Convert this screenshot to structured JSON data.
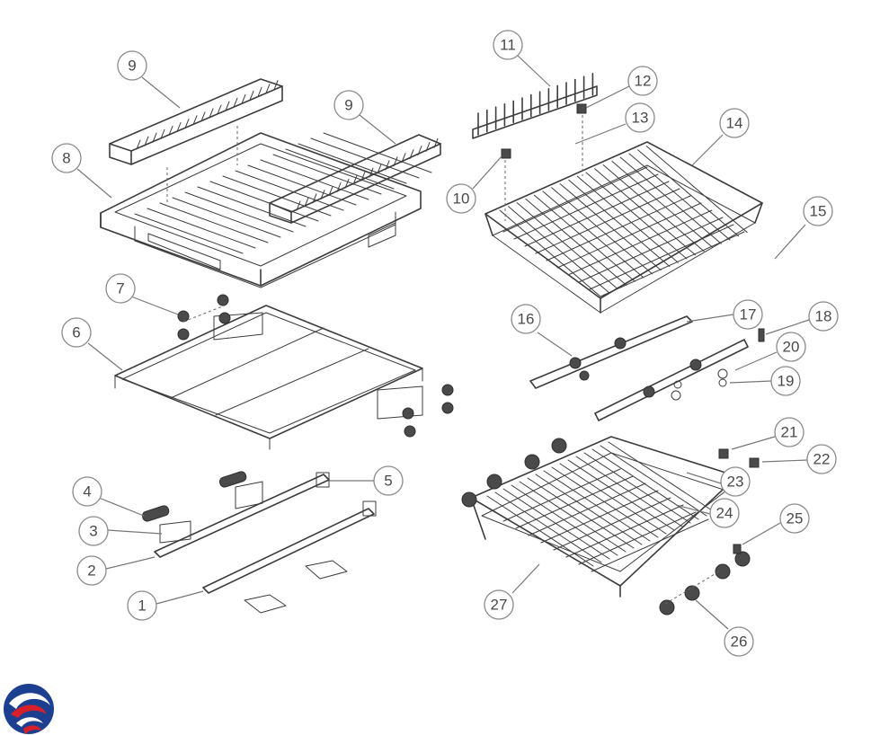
{
  "callouts": [
    {
      "id": "c1",
      "label": "1"
    },
    {
      "id": "c2",
      "label": "2"
    },
    {
      "id": "c3",
      "label": "3"
    },
    {
      "id": "c4",
      "label": "4"
    },
    {
      "id": "c5",
      "label": "5"
    },
    {
      "id": "c6",
      "label": "6"
    },
    {
      "id": "c7",
      "label": "7"
    },
    {
      "id": "c8",
      "label": "8"
    },
    {
      "id": "c9a",
      "label": "9"
    },
    {
      "id": "c9b",
      "label": "9"
    },
    {
      "id": "c10",
      "label": "10"
    },
    {
      "id": "c11",
      "label": "11"
    },
    {
      "id": "c12",
      "label": "12"
    },
    {
      "id": "c13",
      "label": "13"
    },
    {
      "id": "c14",
      "label": "14"
    },
    {
      "id": "c15",
      "label": "15"
    },
    {
      "id": "c16",
      "label": "16"
    },
    {
      "id": "c17",
      "label": "17"
    },
    {
      "id": "c18",
      "label": "18"
    },
    {
      "id": "c19",
      "label": "19"
    },
    {
      "id": "c20",
      "label": "20"
    },
    {
      "id": "c21",
      "label": "21"
    },
    {
      "id": "c22",
      "label": "22"
    },
    {
      "id": "c23",
      "label": "23"
    },
    {
      "id": "c24",
      "label": "24"
    },
    {
      "id": "c25",
      "label": "25"
    },
    {
      "id": "c26",
      "label": "26"
    },
    {
      "id": "c27",
      "label": "27"
    }
  ],
  "colors": {
    "line": "#3c3c3c",
    "callout_border": "#8a8a8a",
    "callout_text": "#4a4a4a",
    "logo_blue": "#1d3f8f",
    "logo_red": "#d6202b"
  },
  "logo": {
    "icon": "brand-swirl-logo-icon"
  }
}
